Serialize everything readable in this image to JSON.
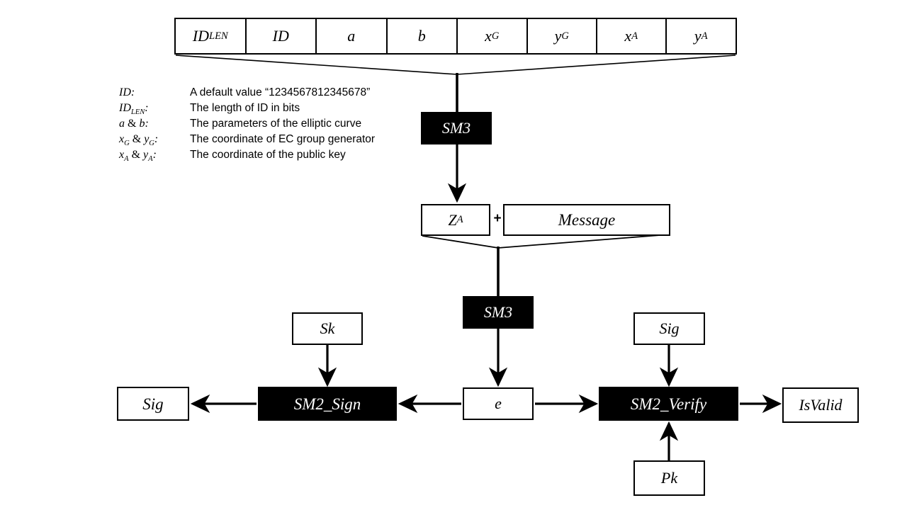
{
  "diagram": {
    "title": "SM2 signature generation and verification data flow",
    "colors": {
      "ink": "#000000",
      "paper": "#ffffff",
      "block_fill": "#000000",
      "block_text": "#ffffff"
    },
    "input_strip": {
      "name": "concatenated ZA input fields",
      "cells": [
        {
          "id": "id_len",
          "base": "ID",
          "sub": "LEN",
          "width": 100
        },
        {
          "id": "id",
          "base": "ID",
          "sub": "",
          "width": 100
        },
        {
          "id": "a",
          "base": "a",
          "sub": "",
          "width": 100
        },
        {
          "id": "b",
          "base": "b",
          "sub": "",
          "width": 100
        },
        {
          "id": "x_g",
          "base": "x",
          "sub": "G",
          "width": 99
        },
        {
          "id": "y_g",
          "base": "y",
          "sub": "G",
          "width": 99
        },
        {
          "id": "x_a",
          "base": "x",
          "sub": "A",
          "width": 98
        },
        {
          "id": "y_a",
          "base": "y",
          "sub": "A",
          "width": 98
        }
      ]
    },
    "legend": [
      {
        "key_base": "ID",
        "key_sub": "",
        "key_suffix": ":",
        "value": "A default value “1234567812345678”"
      },
      {
        "key_base": "ID",
        "key_sub": "LEN",
        "key_suffix": ":",
        "value": "The length of ID in bits"
      },
      {
        "key_base": "a",
        "key_sub": "",
        "key_suffix": " & b:",
        "value": "The parameters of the elliptic curve"
      },
      {
        "key_base": "x",
        "key_sub": "G",
        "key_suffix": " & y_G:",
        "value": "The coordinate of EC group generator"
      },
      {
        "key_base": "x",
        "key_sub": "A",
        "key_suffix": " & y_A:",
        "value": "The coordinate of the public key"
      }
    ],
    "nodes": {
      "sm3_top": {
        "label": "SM3",
        "style": "filled"
      },
      "za": {
        "label": "Z",
        "sub": "A",
        "style": "outline"
      },
      "message": {
        "label": "Message",
        "style": "outline"
      },
      "sm3_mid": {
        "label": "SM3",
        "style": "filled"
      },
      "e": {
        "label": "e",
        "style": "outline"
      },
      "sk": {
        "label": "Sk",
        "style": "outline"
      },
      "sm2_sign": {
        "label": "SM2_Sign",
        "style": "filled"
      },
      "sig_out": {
        "label": "Sig",
        "style": "outline"
      },
      "sig_in": {
        "label": "Sig",
        "style": "outline"
      },
      "sm2_verify": {
        "label": "SM2_Verify",
        "style": "filled"
      },
      "pk": {
        "label": "Pk",
        "style": "outline"
      },
      "isvalid": {
        "label": "IsValid",
        "style": "outline"
      }
    },
    "plus": "+",
    "edges": [
      {
        "from": "input_strip",
        "to": "sm3_top",
        "kind": "funnel"
      },
      {
        "from": "sm3_top",
        "to": "za",
        "kind": "arrow-down"
      },
      {
        "from": "za_message",
        "to": "sm3_mid",
        "kind": "funnel"
      },
      {
        "from": "sm3_mid",
        "to": "e",
        "kind": "arrow-down"
      },
      {
        "from": "sk",
        "to": "sm2_sign",
        "kind": "arrow-down"
      },
      {
        "from": "e",
        "to": "sm2_sign",
        "kind": "arrow-left"
      },
      {
        "from": "sm2_sign",
        "to": "sig_out",
        "kind": "arrow-left"
      },
      {
        "from": "e",
        "to": "sm2_verify",
        "kind": "arrow-right"
      },
      {
        "from": "sig_in",
        "to": "sm2_verify",
        "kind": "arrow-down"
      },
      {
        "from": "pk",
        "to": "sm2_verify",
        "kind": "arrow-up"
      },
      {
        "from": "sm2_verify",
        "to": "isvalid",
        "kind": "arrow-right"
      }
    ]
  }
}
